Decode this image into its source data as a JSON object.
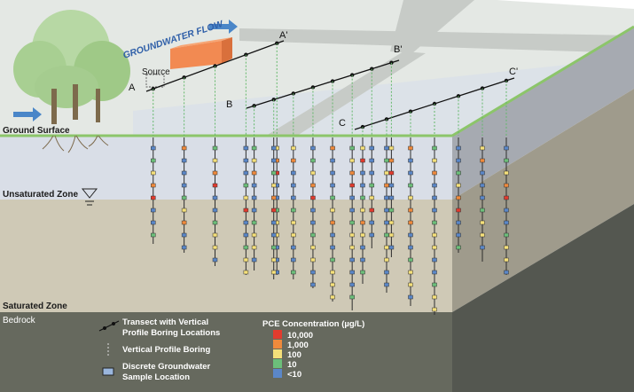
{
  "diagram": {
    "flow_label": "GROUNDWATER FLOW",
    "source_label": "Source",
    "ground_surface_label": "Ground Surface",
    "unsaturated_label": "Unsaturated Zone",
    "saturated_label": "Saturated Zone",
    "bedrock_label": "Bedrock",
    "transects": [
      {
        "start": "A",
        "end": "A'"
      },
      {
        "start": "B",
        "end": "B'"
      },
      {
        "start": "C",
        "end": "C'"
      }
    ]
  },
  "legend": {
    "transect_label_line1": "Transect with Vertical",
    "transect_label_line2": "Profile Boring Locations",
    "boring_label": "Vertical Profile Boring",
    "sample_label_line1": "Discrete Groundwater",
    "sample_label_line2": "Sample Location",
    "concentration_title": "PCE Concentration (µg/L)",
    "concentration_levels": [
      {
        "label": "10,000",
        "color": "#e23b2e"
      },
      {
        "label": "1,000",
        "color": "#f08a3c"
      },
      {
        "label": "100",
        "color": "#f5e07a"
      },
      {
        "label": "10",
        "color": "#6cbf7a"
      },
      {
        "label": "<10",
        "color": "#5b87c8"
      }
    ]
  },
  "colors": {
    "ground_surface": "#e3e8e3",
    "saturated_zone": "#cfc9b6",
    "unsaturated_zone": "#d8dde6",
    "bedrock": "#66695e",
    "grass_edge": "#8cc56a",
    "source_box": "#f28a52",
    "flow_arrow": "#4a86c8"
  }
}
